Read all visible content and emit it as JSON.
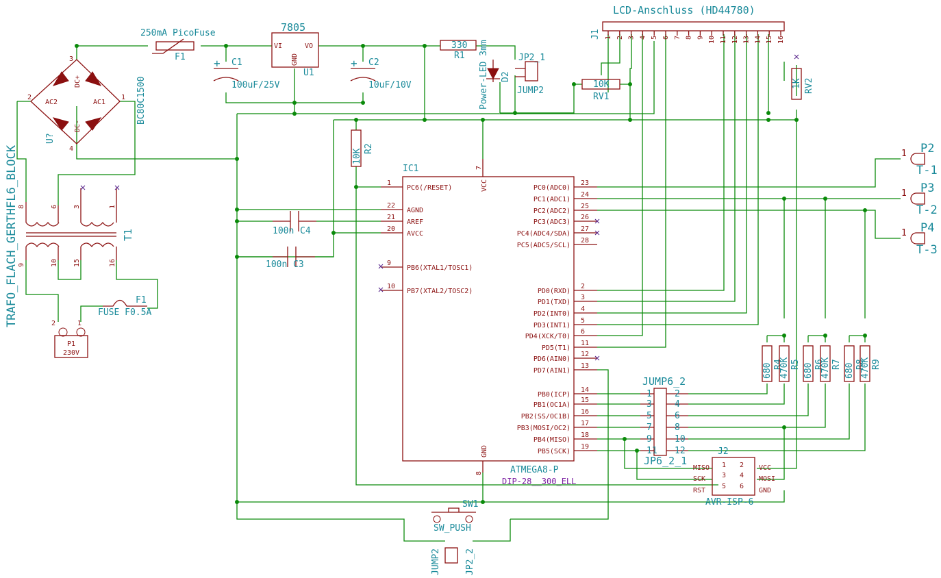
{
  "lcd": {
    "title": "LCD-Anschluss (HD44780)",
    "ref": "J1",
    "pins": [
      "1",
      "2",
      "3",
      "4",
      "5",
      "6",
      "7",
      "8",
      "9",
      "10",
      "11",
      "12",
      "13",
      "14",
      "15",
      "16"
    ]
  },
  "mcu": {
    "ref": "IC1",
    "value": "ATMEGA8-P",
    "footprint": "DIP-28__300_ELL",
    "left_pins": [
      {
        "num": "1",
        "name": "PC6(/RESET)"
      },
      {
        "num": "22",
        "name": "AGND"
      },
      {
        "num": "21",
        "name": "AREF"
      },
      {
        "num": "20",
        "name": "AVCC"
      },
      {
        "num": "9",
        "name": "PB6(XTAL1/TOSC1)"
      },
      {
        "num": "10",
        "name": "PB7(XTAL2/TOSC2)"
      }
    ],
    "right_pins": [
      {
        "num": "23",
        "name": "PC0(ADC0)"
      },
      {
        "num": "24",
        "name": "PC1(ADC1)"
      },
      {
        "num": "25",
        "name": "PC2(ADC2)"
      },
      {
        "num": "26",
        "name": "PC3(ADC3)"
      },
      {
        "num": "27",
        "name": "PC4(ADC4/SDA)"
      },
      {
        "num": "28",
        "name": "PC5(ADC5/SCL)"
      },
      {
        "num": "2",
        "name": "PD0(RXD)"
      },
      {
        "num": "3",
        "name": "PD1(TXD)"
      },
      {
        "num": "4",
        "name": "PD2(INT0)"
      },
      {
        "num": "5",
        "name": "PD3(INT1)"
      },
      {
        "num": "6",
        "name": "PD4(XCK/T0)"
      },
      {
        "num": "11",
        "name": "PD5(T1)"
      },
      {
        "num": "12",
        "name": "PD6(AIN0)"
      },
      {
        "num": "13",
        "name": "PD7(AIN1)"
      },
      {
        "num": "14",
        "name": "PB0(ICP)"
      },
      {
        "num": "15",
        "name": "PB1(OC1A)"
      },
      {
        "num": "16",
        "name": "PB2(SS/OC1B)"
      },
      {
        "num": "17",
        "name": "PB3(MOSI/OC2)"
      },
      {
        "num": "18",
        "name": "PB4(MISO)"
      },
      {
        "num": "19",
        "name": "PB5(SCK)"
      }
    ],
    "vcc_label": "VCC",
    "vcc_pin": "7",
    "gnd_label": "GND",
    "gnd_pin": "8"
  },
  "power": {
    "fuse1": {
      "value": "250mA PicoFuse",
      "ref": "F1"
    },
    "reg": {
      "value": "7805",
      "ref": "U1",
      "vi": "VI",
      "vo": "VO",
      "gnd": "GND"
    },
    "c1": {
      "ref": "C1",
      "value": "100uF/25V"
    },
    "c2": {
      "ref": "C2",
      "value": "10uF/10V"
    },
    "r1": {
      "value": "330",
      "ref": "R1"
    },
    "led": {
      "ref": "D2",
      "value": "Power-LED 3mm"
    },
    "bridge": {
      "ref": "U?",
      "value": "BC80C1500",
      "ac1": "AC1",
      "ac2": "AC2",
      "dcp": "DC+",
      "dcm": "DC-"
    },
    "trafo": {
      "ref": "T1",
      "value": "TRAFO_FLACH_GERTHFL6_BLOCK"
    },
    "fuse2": {
      "value": "FUSE F0.5A",
      "ref": "F1"
    },
    "p1": {
      "ref": "P1",
      "value": "230V"
    }
  },
  "rv1": {
    "value": "10K",
    "ref": "RV1"
  },
  "rv2": {
    "value": "1K",
    "ref": "RV2"
  },
  "r2": {
    "value": "10K",
    "ref": "R2"
  },
  "c3": {
    "value": "100n",
    "ref": "C3"
  },
  "c4": {
    "value": "100n",
    "ref": "C4"
  },
  "jp2_1": "JP2_1",
  "jump2_a": "JUMP2",
  "jump2_b": "JUMP2",
  "jp2_2": "JP2_2",
  "jump6": "JUMP6_2",
  "jp6": "JP6_2_1",
  "sw": {
    "ref": "SW1",
    "value": "SW_PUSH"
  },
  "isp": {
    "ref": "J2",
    "value": "AVR-ISP-6",
    "left": [
      "MISO",
      "SCK",
      "RST"
    ],
    "right": [
      "VCC",
      "MOSI",
      "GND"
    ]
  },
  "resistors": [
    {
      "value": "680",
      "ref": "R4"
    },
    {
      "value": "470K",
      "ref": "R5"
    },
    {
      "value": "680",
      "ref": "R6"
    },
    {
      "value": "470K",
      "ref": "R7"
    },
    {
      "value": "680",
      "ref": "R8"
    },
    {
      "value": "470K",
      "ref": "R9"
    }
  ],
  "sensors": [
    {
      "ref": "P2",
      "label": "T-1"
    },
    {
      "ref": "P3",
      "label": "T-2"
    },
    {
      "ref": "P4",
      "label": "T-3"
    }
  ],
  "colors": {
    "wire": "#0a8a0a",
    "component": "#8b1010",
    "reference": "#1a8a9a",
    "pin_name": "#8b1010",
    "footprint": "#7b1fa2"
  }
}
